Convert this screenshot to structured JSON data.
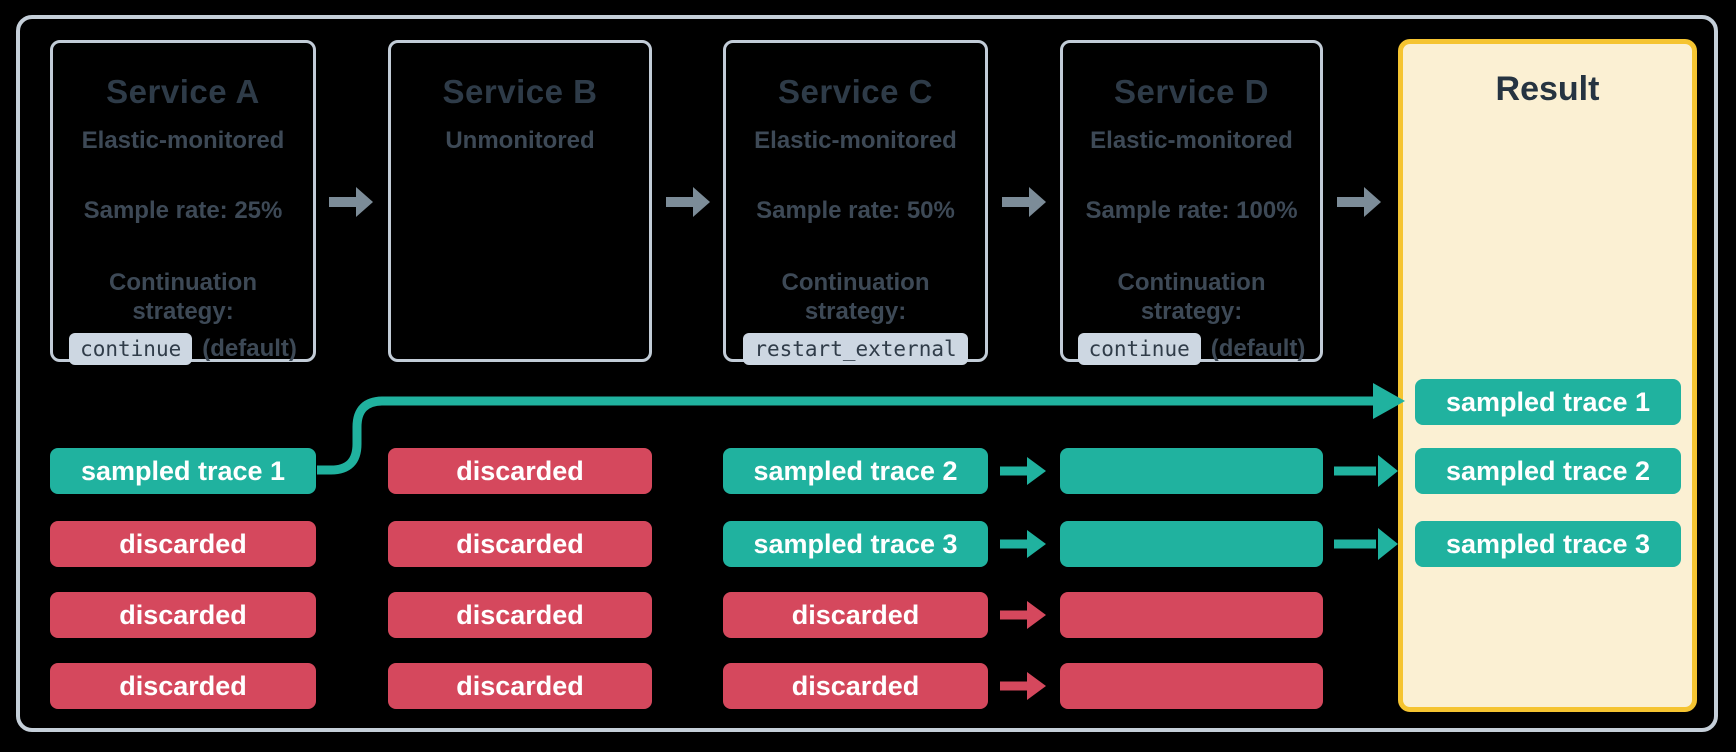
{
  "services": [
    {
      "title": "Service A",
      "monitoring": "Elastic-monitored",
      "sample_rate": "Sample rate: 25%",
      "strategy_label": "Continuation strategy:",
      "strategy_value": "continue",
      "strategy_suffix": "(default)"
    },
    {
      "title": "Service B",
      "monitoring": "Unmonitored"
    },
    {
      "title": "Service C",
      "monitoring": "Elastic-monitored",
      "sample_rate": "Sample rate: 50%",
      "strategy_label": "Continuation strategy:",
      "strategy_value": "restart_external"
    },
    {
      "title": "Service D",
      "monitoring": "Elastic-monitored",
      "sample_rate": "Sample rate: 100%",
      "strategy_label": "Continuation strategy:",
      "strategy_value": "continue",
      "strategy_suffix": "(default)"
    }
  ],
  "result": {
    "title": "Result",
    "traces": [
      "sampled trace 1",
      "sampled trace 2",
      "sampled trace 3"
    ]
  },
  "traces": {
    "service_a": [
      {
        "label": "sampled trace 1",
        "status": "sampled"
      },
      {
        "label": "discarded",
        "status": "discarded"
      },
      {
        "label": "discarded",
        "status": "discarded"
      },
      {
        "label": "discarded",
        "status": "discarded"
      }
    ],
    "service_b": [
      {
        "label": "discarded",
        "status": "discarded"
      },
      {
        "label": "discarded",
        "status": "discarded"
      },
      {
        "label": "discarded",
        "status": "discarded"
      },
      {
        "label": "discarded",
        "status": "discarded"
      }
    ],
    "service_c": [
      {
        "label": "sampled trace 2",
        "status": "sampled"
      },
      {
        "label": "sampled trace 3",
        "status": "sampled"
      },
      {
        "label": "discarded",
        "status": "discarded"
      },
      {
        "label": "discarded",
        "status": "discarded"
      }
    ],
    "service_d": [
      {
        "label": "",
        "status": "sampled"
      },
      {
        "label": "",
        "status": "sampled"
      },
      {
        "label": "",
        "status": "discarded"
      },
      {
        "label": "",
        "status": "discarded"
      }
    ]
  },
  "colors": {
    "sampled_teal": "#20B29F",
    "discarded_red": "#D5485D",
    "result_bg": "#FBF0D3",
    "result_border": "#F5C431",
    "box_border": "#C2CCD7",
    "outer_border": "#C5CFD9",
    "arrow_gray": "#7C8C98",
    "title_text": "#2E3B48",
    "body_text": "#3D4956",
    "badge_bg": "#CDD7E2"
  }
}
